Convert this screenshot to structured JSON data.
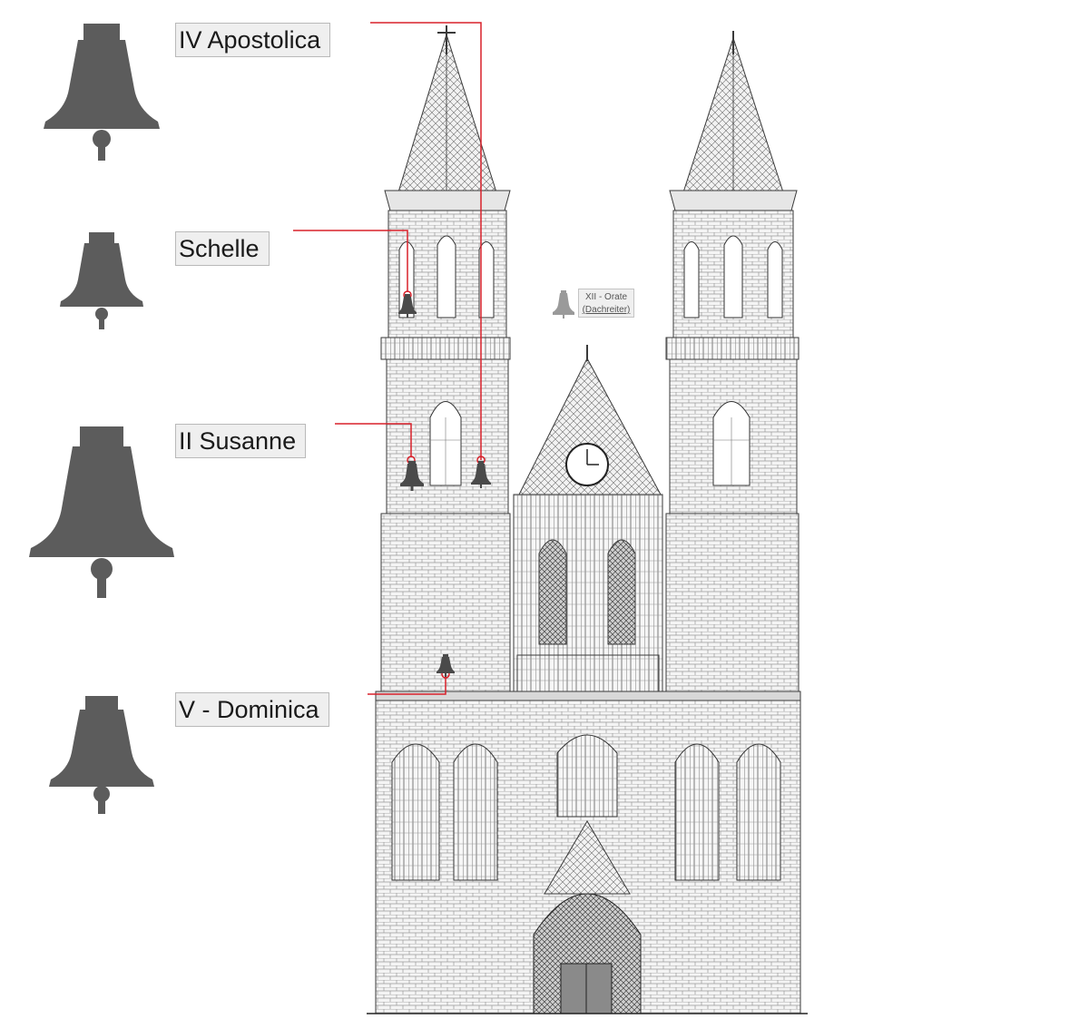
{
  "bells": [
    {
      "label": "IV Apostolica"
    },
    {
      "label": "Schelle"
    },
    {
      "label": "II Susanne"
    },
    {
      "label": "V - Dominica"
    }
  ],
  "roof_bell": {
    "label": "XII - Orate",
    "sublabel": "(Dachreiter)"
  },
  "colors": {
    "bell": "#5c5c5c",
    "leader": "#d8202a",
    "drawing": "#3a3a3a",
    "label_bg": "#efefef"
  }
}
